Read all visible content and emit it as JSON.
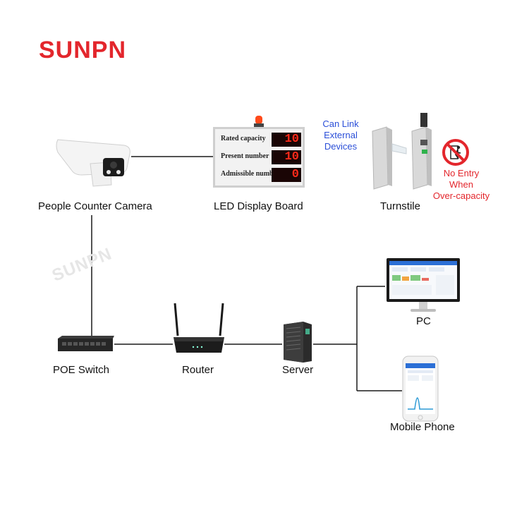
{
  "logo": {
    "text": "SUNPN"
  },
  "watermark": {
    "text": "SUNPN"
  },
  "devices": {
    "camera": "People Counter Camera",
    "led_board": "LED Display Board",
    "turnstile": "Turnstile",
    "poe_switch": "POE Switch",
    "router": "Router",
    "server": "Server",
    "pc": "PC",
    "mobile": "Mobile Phone"
  },
  "led_rows": [
    {
      "label": "Rated  capacity",
      "value": "10"
    },
    {
      "label": "Present  number",
      "value": "10"
    },
    {
      "label": "Admissible number",
      "value": "0"
    }
  ],
  "annotations": {
    "link_line1": "Can Link",
    "link_line2": "External",
    "link_line3": "Devices",
    "no_entry_line1": "No Entry",
    "no_entry_line2": "When",
    "no_entry_line3": "Over-capacity"
  },
  "colors": {
    "brand_red": "#e3262c",
    "link_blue": "#2b4fd8",
    "connector": "#1a1a1a"
  }
}
